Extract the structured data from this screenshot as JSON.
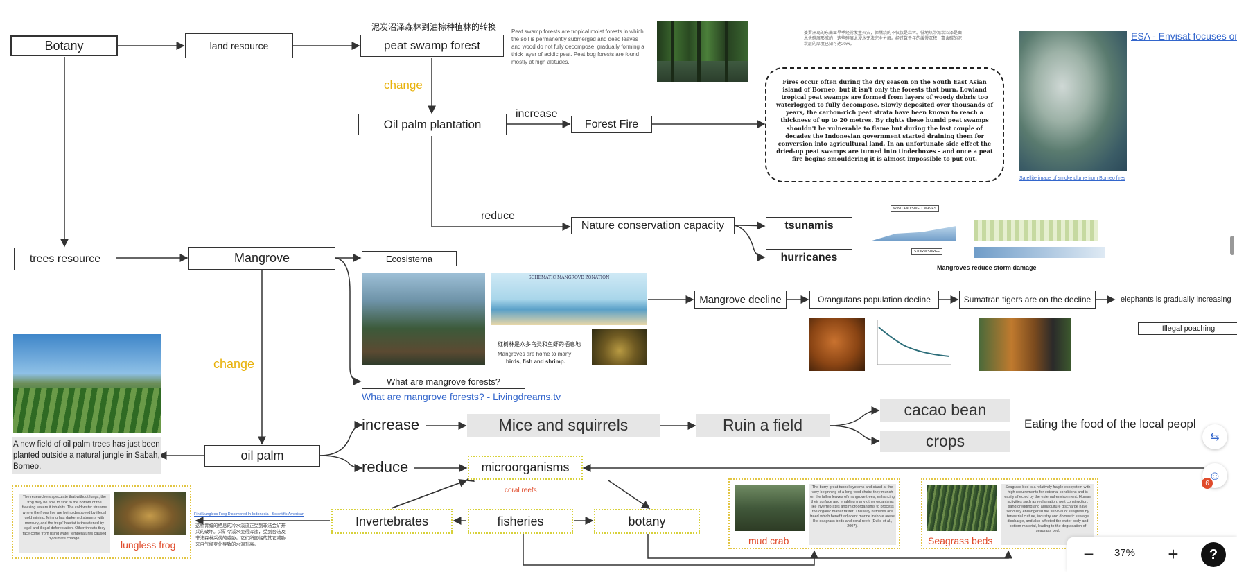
{
  "nodes": {
    "botany": "Botany",
    "land_resource": "land resource",
    "peat_swamp_forest": "peat swamp forest",
    "oil_palm_plantation": "Oil palm plantation",
    "forest_fire": "Forest Fire",
    "nature_conservation": "Nature conservation capacity",
    "tsunamis": "tsunamis",
    "hurricanes": "hurricanes",
    "trees_resource": "trees resource",
    "mangrove": "Mangrove",
    "ecosistema": "Ecosistema",
    "what_are_mangrove": "What are mangrove forests?",
    "mangrove_decline": "Mangrove decline",
    "orangutans": "Orangutans population decline",
    "sumatran_tigers": "Sumatran tigers are on the decline",
    "elephants": "elephants is gradually increasing",
    "illegal_poaching": "Illegal poaching",
    "oil_palm": "oil palm",
    "mice_squirrels": "Mice and squirrels",
    "ruin_field": "Ruin a field",
    "cacao_bean": "cacao bean",
    "crops": "crops",
    "eating_food": "Eating the food of the local peopl",
    "microorganisms": "microorganisms",
    "invertebrates": "Invertebrates",
    "fisheries": "fisheries",
    "botany_small": "botany"
  },
  "edge_labels": {
    "change_1": "change",
    "increase_1": "increase",
    "reduce_1": "reduce",
    "change_2": "change",
    "increase_2": "increase",
    "reduce_2": "reduce",
    "coral_reefs": "coral reefs"
  },
  "texts": {
    "peat_caption_cn": "泥炭沼泽森林到油棕种植林的转换",
    "peat_desc": "Peat swamp forests are tropical moist forests in which the soil is permanently submerged and dead leaves and wood do not fully decompose, gradually forming a thick layer of acidic peat. Peat bog forests are found mostly at high altitudes.",
    "fire_cn_note": "婆罗洲岛的东南亚旱季经常发生火灾，但燃烧的不仅仅是森林。低地热带泥炭沼泽是由木头碎屑形成的，这些碎屑太浸水无法完全分解。经过数千年的缓慢沉积，富含碳的泥炭层的厚度已知可达20米。",
    "fire_text": "Fires occur often during the dry season on the South East Asian island of Borneo, but it isn't only the forests that burn. Lowland tropical peat swamps are formed from layers of woody debris too waterlogged to fully decompose. Slowly deposited over thousands of years, the carbon-rich peat strata have been known to reach a thickness of up to 20 metres. By rights these humid peat swamps shouldn't be vulnerable to flame but during the last couple of decades the Indonesian government started draining them for conversion into agricultural land. In an unfortunate side effect the dried-up peat swamps are turned into tinderboxes – and once a peat fire begins smouldering it is almost impossible to put out.",
    "esa_link": "ESA - Envisat focuses on",
    "satellite_caption": "Satellite image of smoke plume from Borneo fires",
    "wind_label": "WIND AND SWELL WAVES",
    "storm_label": "STORM SURGE",
    "storm_caption": "Mangroves reduce storm damage",
    "zonation_title": "SCHEMATIC MANGROVE ZONATION",
    "mangrove_home_cn": "红树林是众多鸟类和鱼虾的栖息地",
    "mangrove_home_1": "Mangroves are home to many",
    "mangrove_home_2": "birds, fish and shrimp.",
    "mangrove_link": "What are mangrove forests? - Livingdreams.tv",
    "oil_palm_caption": "A new field of oil palm trees has just been planted outside a natural jungle in Sabah, Borneo.",
    "frog_desc": "The researchers speculate that without lungs, the frog may be able to sink to the bottom of the freezing waters it inhabits. The cold water streams where the frogs live are being destroyed by illegal gold mining. Mining has darkened streams with mercury, and the frogs' habitat is threatened by legal and illegal deforestation. Other threats they face come from rising water temperatures caused by climate change.",
    "frog_label": "lungless frog",
    "frog_link": "Find Lungless Frog Discovered In Indonesia - Scientific American",
    "frog_cn": "这种青蛙的栖息的冷水溪流正受到非法金矿开采的破坏。采矿令溪水变得浑浊，受到合法及非法森林采伐的威胁。它们所面临的其它威胁来自气候变化导致的水温升高。",
    "crab_desc": "The burry great tunnel systems and stand at the very beginning of a long food chain: they munch on the fallen leaves of mangrove trees, enhancing their surface and enabling many other organisms like invertebrates and microorganisms to process the organic matter faster. This way nutrients are freed which benefit adjacent marine inshore areas like seagrass beds and coral reefs (Duke et al., 2007).",
    "crab_label": "mud crab",
    "seagrass_desc": "Seagrass bed is a relatively fragile ecosystem with high requirements for external conditions and is easily affected by the external environment. Human activities such as reclamation, port construction, sand dredging and aquaculture discharge have seriously endangered the survival of seagrass by terrestrial culture, industry and domestic sewage discharge, and also affected the water body and bottom material, leading to the degradation of seagrass bed.",
    "seagrass_label": "Seagrass beds"
  },
  "toolbar": {
    "zoom": "37%",
    "minus": "−",
    "plus": "+",
    "help": "?",
    "badge": "6"
  },
  "colors": {
    "accent_yellow": "#e8b10a",
    "label_red": "#e04a2a",
    "link_blue": "#3366cc"
  }
}
